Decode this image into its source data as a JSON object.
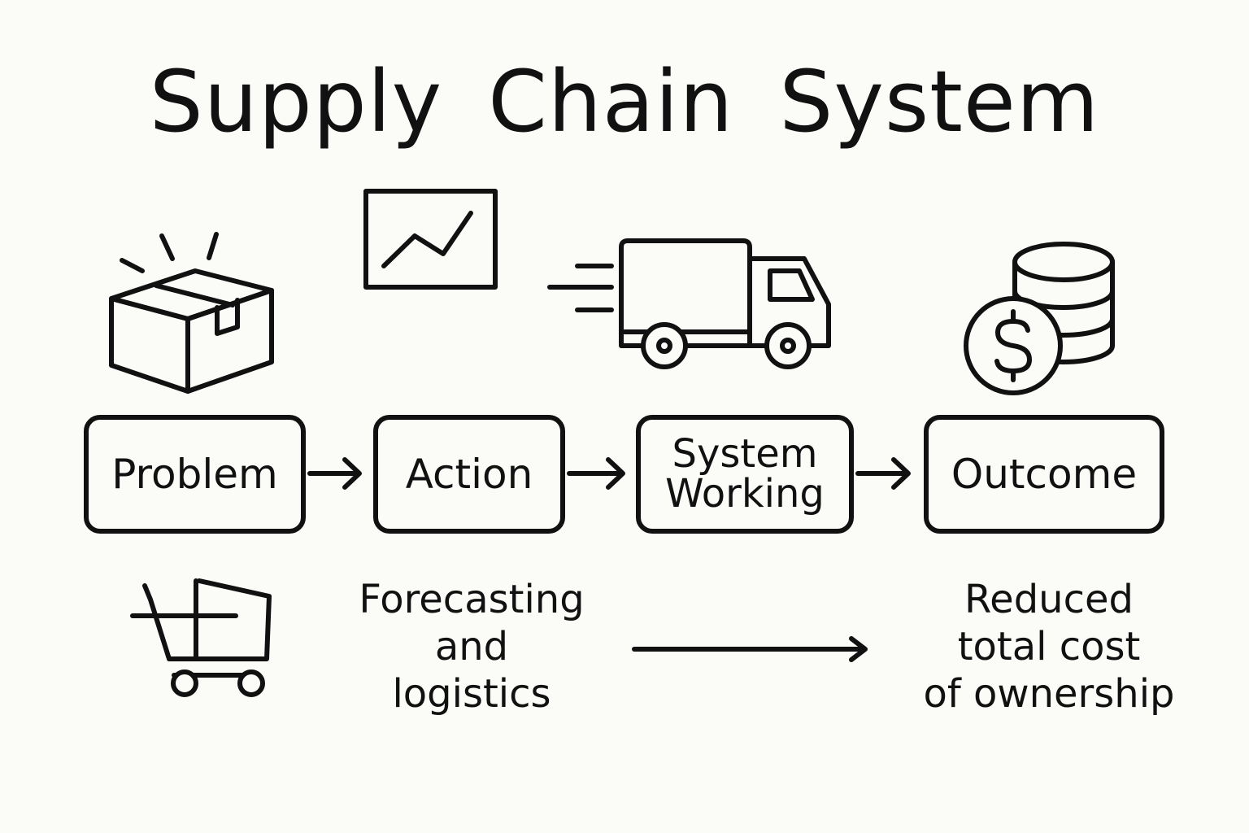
{
  "title": "Supply Chain System",
  "steps": [
    {
      "label": "Problem"
    },
    {
      "label": "Action"
    },
    {
      "label_lines": [
        "System",
        "Working"
      ]
    },
    {
      "label": "Outcome"
    }
  ],
  "captions": {
    "action": [
      "Forecasting",
      "and",
      "logistics"
    ],
    "outcome": [
      "Reduced",
      "total cost",
      "of ownership"
    ]
  },
  "icons": [
    "open-box-icon",
    "line-chart-icon",
    "moving-truck-icon",
    "coins-dollar-icon",
    "shopping-cart-icon"
  ],
  "colors": {
    "background": "#fbfbf8",
    "ink": "#111111"
  }
}
